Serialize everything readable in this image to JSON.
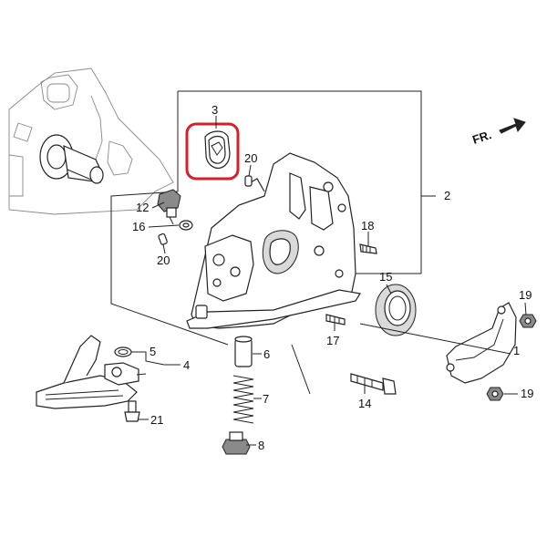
{
  "direction_label": "FR.",
  "highlight_color": "#d4202a",
  "callouts": [
    {
      "id": "1",
      "label": "1"
    },
    {
      "id": "2",
      "label": "2"
    },
    {
      "id": "3",
      "label": "3"
    },
    {
      "id": "4",
      "label": "4"
    },
    {
      "id": "5",
      "label": "5"
    },
    {
      "id": "6",
      "label": "6"
    },
    {
      "id": "7",
      "label": "7"
    },
    {
      "id": "8",
      "label": "8"
    },
    {
      "id": "12",
      "label": "12"
    },
    {
      "id": "14",
      "label": "14"
    },
    {
      "id": "15",
      "label": "15"
    },
    {
      "id": "16",
      "label": "16"
    },
    {
      "id": "17",
      "label": "17"
    },
    {
      "id": "18",
      "label": "18"
    },
    {
      "id": "19a",
      "label": "19"
    },
    {
      "id": "19b",
      "label": "19"
    },
    {
      "id": "20a",
      "label": "20"
    },
    {
      "id": "20b",
      "label": "20"
    },
    {
      "id": "21",
      "label": "21"
    }
  ]
}
